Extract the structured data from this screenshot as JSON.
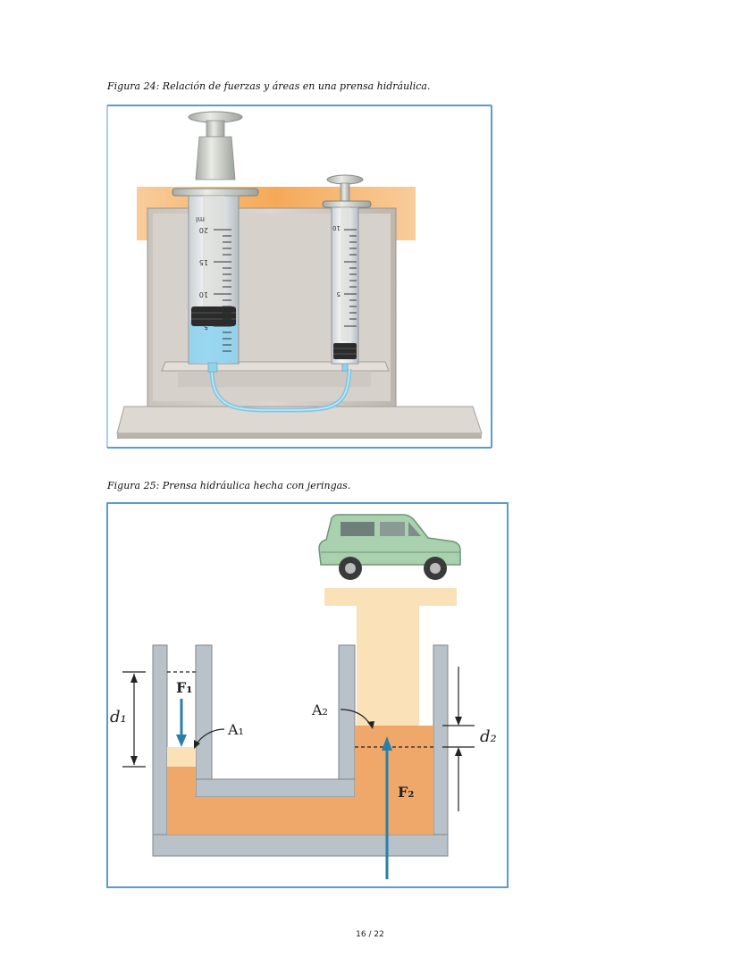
{
  "figure24": {
    "caption": "Figura 24: Relación de fuerzas y áreas en una prensa hidráulica.",
    "syringe_large": {
      "unit": "ml",
      "scale": [
        "20",
        "15",
        "10",
        "5"
      ]
    },
    "syringe_small": {
      "scale": [
        "10",
        "5"
      ]
    }
  },
  "figure25": {
    "caption": "Figura 25: Prensa hidráulica hecha con jeringas.",
    "labels": {
      "d1": "d₁",
      "d2": "d₂",
      "f1": "F₁",
      "f2": "F₂",
      "a1": "A₁",
      "a2": "A₂"
    }
  },
  "footer": {
    "page": "16 / 22"
  },
  "colors": {
    "fluid_blue": "#8fd3ee",
    "fluid_orange": "#f0a86a",
    "arrow_blue": "#2a7fa8",
    "frame_blue": "#5b9bd5"
  }
}
